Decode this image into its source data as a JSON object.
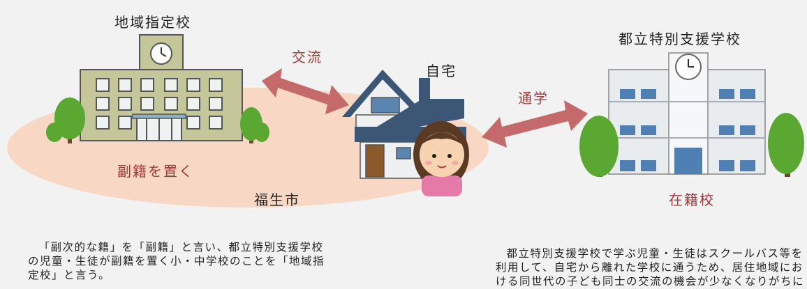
{
  "labels": {
    "local_school": "地域指定校",
    "special_school": "都立特別支援学校",
    "home": "自宅",
    "exchange": "交流",
    "commute": "通学",
    "secondary_registration": "副籍を置く",
    "city": "福生市",
    "enrolled_school": "在籍校"
  },
  "notes": {
    "left": "「副次的な籍」を「副籍」と言い、都立特別支援学校の児童・生徒が副籍を置く小・中学校のことを「地域指定校」と言う。",
    "right": "都立特別支援学校で学ぶ児童・生徒はスクールバス等を利用して、自宅から離れた学校に通うため、居住地域における同世代の子ども同士の交流の機会が少なくなりがちになる。"
  },
  "colors": {
    "background": "#f2f2f2",
    "city_area": "#f8d8c4",
    "arrow": "#c46a6a",
    "accent_text": "#a23a3a",
    "local_school_wall": "#c5c79a",
    "special_school_wall": "#e9ecef",
    "tree": "#5aa832",
    "house_roof": "#3b5775"
  },
  "icons": {
    "local_school": "school-building-icon",
    "special_school": "school-building-icon",
    "home": "house-icon",
    "child": "girl-icon"
  }
}
